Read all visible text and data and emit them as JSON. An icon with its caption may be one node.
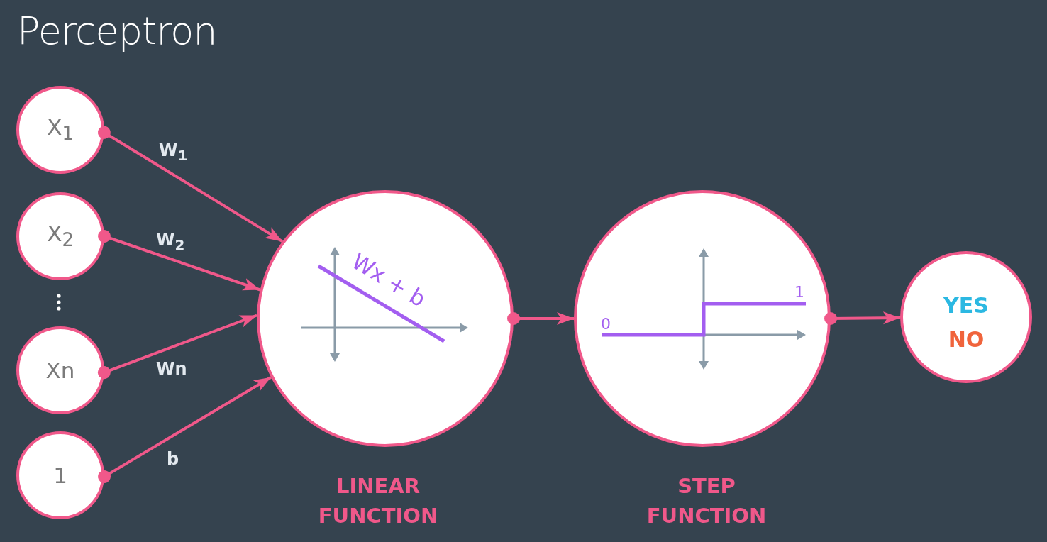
{
  "diagram": {
    "title": "Perceptron",
    "nodes": [
      {
        "text": [
          "X$_{1}$"
        ]
      },
      {
        "text": [
          "X$_{2}$"
        ]
      },
      {
        "text": [
          "Xn"
        ]
      },
      {
        "text": [
          "1"
        ]
      },
      {
        "text": [
          "Wx + b"
        ],
        "beside": [
          "LINEAR FUNCTION"
        ]
      },
      {
        "text": [
          "0",
          "1"
        ],
        "beside": [
          "STEP FUNCTION"
        ]
      },
      {
        "text": [
          "YES",
          "NO"
        ]
      }
    ],
    "edges": [
      {
        "from": 0,
        "to": 4,
        "arrow": "to",
        "label": "W$_{1}$"
      },
      {
        "from": 1,
        "to": 4,
        "arrow": "to",
        "label": "W$_{2}$"
      },
      {
        "from": 2,
        "to": 4,
        "arrow": "to",
        "label": "Wn"
      },
      {
        "from": 3,
        "to": 4,
        "arrow": "to",
        "label": "b"
      },
      {
        "from": 4,
        "to": 5,
        "arrow": "to"
      },
      {
        "from": 5,
        "to": 6,
        "arrow": "to"
      }
    ]
  }
}
